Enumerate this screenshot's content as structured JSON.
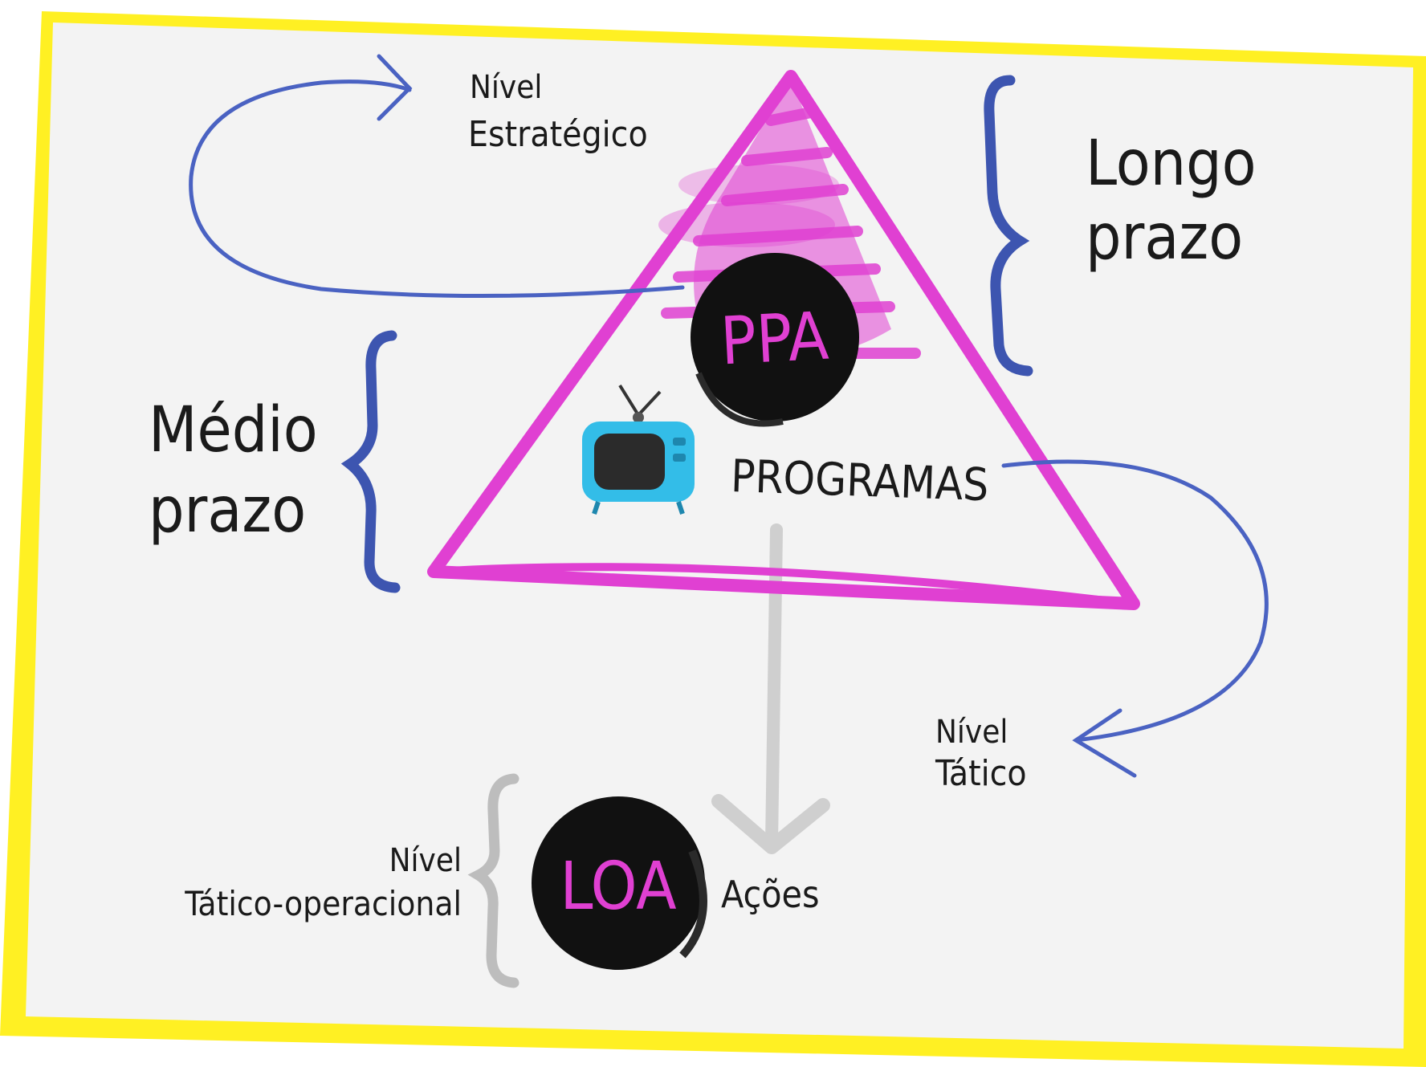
{
  "colors": {
    "frame": "#FFF023",
    "paper": "#F2F2F2",
    "magenta": "#E040D2",
    "blue": "#3D55B0",
    "gray": "#C9C9C9",
    "ink": "#1A1A1A",
    "circle": "#111111",
    "tv": "#33BDE8"
  },
  "labels": {
    "nivel_estrategico_1": "Nível",
    "nivel_estrategico_2": "Estratégico",
    "longo_1": "Longo",
    "longo_2": "prazo",
    "ppa": "PPA",
    "medio_1": "Médio",
    "medio_2": "prazo",
    "programas": "PROGRAMAS",
    "nivel_tatico_1": "Nível",
    "nivel_tatico_2": "Tático",
    "nivel_to_1": "Nível",
    "nivel_to_2": "Tático-operacional",
    "loa": "LOA",
    "acoes": "Ações"
  },
  "icons": {
    "tv": "television-icon"
  }
}
